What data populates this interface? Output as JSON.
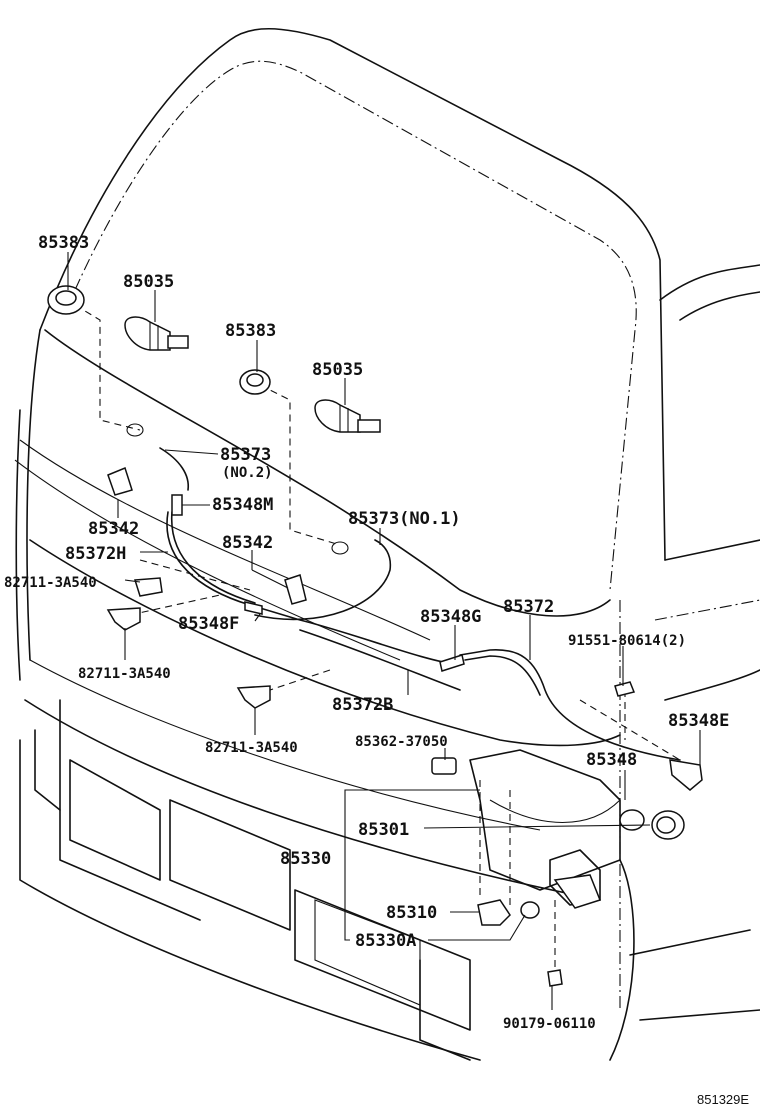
{
  "diagram": {
    "reference_code": "851329E",
    "labels": {
      "l1": "85383",
      "l2": "85035",
      "l3": "85383",
      "l4": "85035",
      "l5": "85373",
      "l6": "(NO.2)",
      "l7": "85348M",
      "l8": "85342",
      "l9": "85373(NO.1)",
      "l10": "85342",
      "l11": "85372H",
      "l12": "82711-3A540",
      "l13": "85348F",
      "l14": "85348G",
      "l15": "85372",
      "l16": "91551-80614(2)",
      "l17": "82711-3A540",
      "l18": "85372B",
      "l19": "82711-3A540",
      "l20": "85362-37050",
      "l21": "85348E",
      "l22": "85348",
      "l23": "85301",
      "l24": "85330",
      "l25": "85310",
      "l26": "85330A",
      "l27": "90179-06110"
    }
  }
}
